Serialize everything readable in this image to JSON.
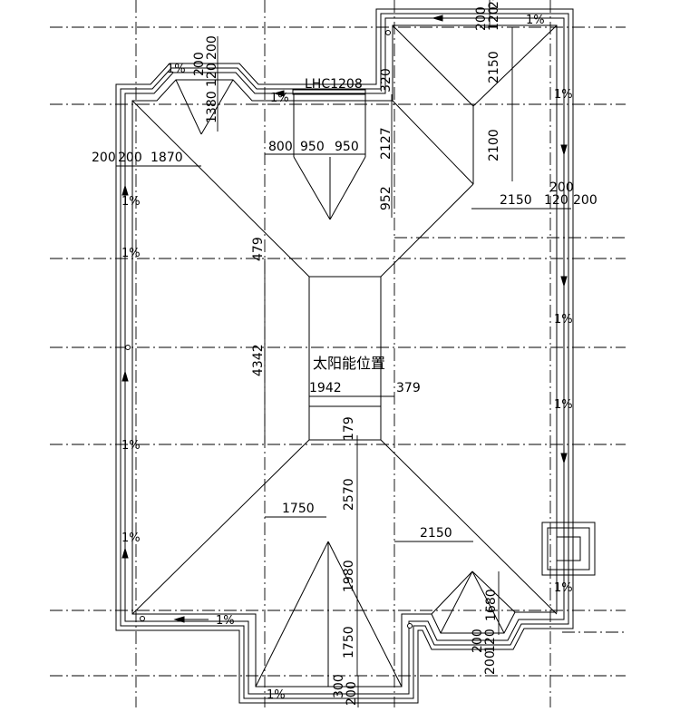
{
  "title": "屋顶平面图",
  "solar_label": "太阳能位置",
  "window_tag": "LHC1208",
  "slope_marks": [
    "1%"
  ],
  "dims": {
    "d200": "200",
    "d120": "120",
    "d320": "320",
    "d1380": "1380",
    "d1870": "1870",
    "d800": "800",
    "d950": "950",
    "d2127": "2127",
    "d952": "952",
    "d2150": "2150",
    "d2100": "2100",
    "d479": "479",
    "d4342": "4342",
    "d1942": "1942",
    "d379": "379",
    "d179": "179",
    "d2570": "2570",
    "d1750": "1750",
    "d1980": "1980",
    "d1680": "1680",
    "d300": "300"
  }
}
